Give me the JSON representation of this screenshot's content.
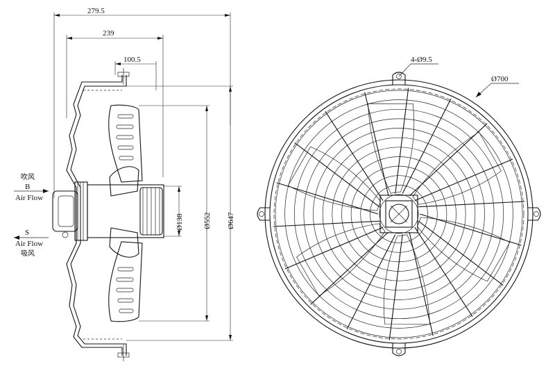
{
  "dimensions": {
    "overall_depth": "279.5",
    "guard_depth": "239",
    "hub_depth": "100.5",
    "hub_diameter": "Ø138",
    "blade_diameter": "Ø552",
    "flange_diameter": "Ø647",
    "guard_diameter": "Ø700",
    "mount_holes": "4-Ø9.5"
  },
  "airflow": {
    "blow_cn": "吹风",
    "blow_code": "B",
    "blow_label": "Air Flow",
    "suction_code": "S",
    "suction_label": "Air Flow",
    "suction_cn": "吸风"
  },
  "drawing": {
    "side_view_fan_blades": 6,
    "front_view_spokes": 18,
    "front_view_rings": 12
  }
}
